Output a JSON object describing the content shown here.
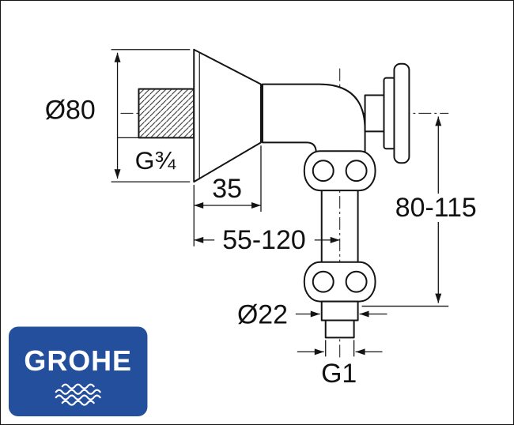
{
  "drawing": {
    "labels": {
      "escutcheon_diameter": "Ø80",
      "inlet_thread": "G¾",
      "cone_depth": "35",
      "horizontal_range": "55-120",
      "vertical_range": "80-115",
      "pipe_diameter": "Ø22",
      "outlet_thread": "G1"
    }
  },
  "logo": {
    "brand": "GROHE"
  },
  "colors": {
    "logo_blue": "#234f9c",
    "line": "#141414"
  }
}
